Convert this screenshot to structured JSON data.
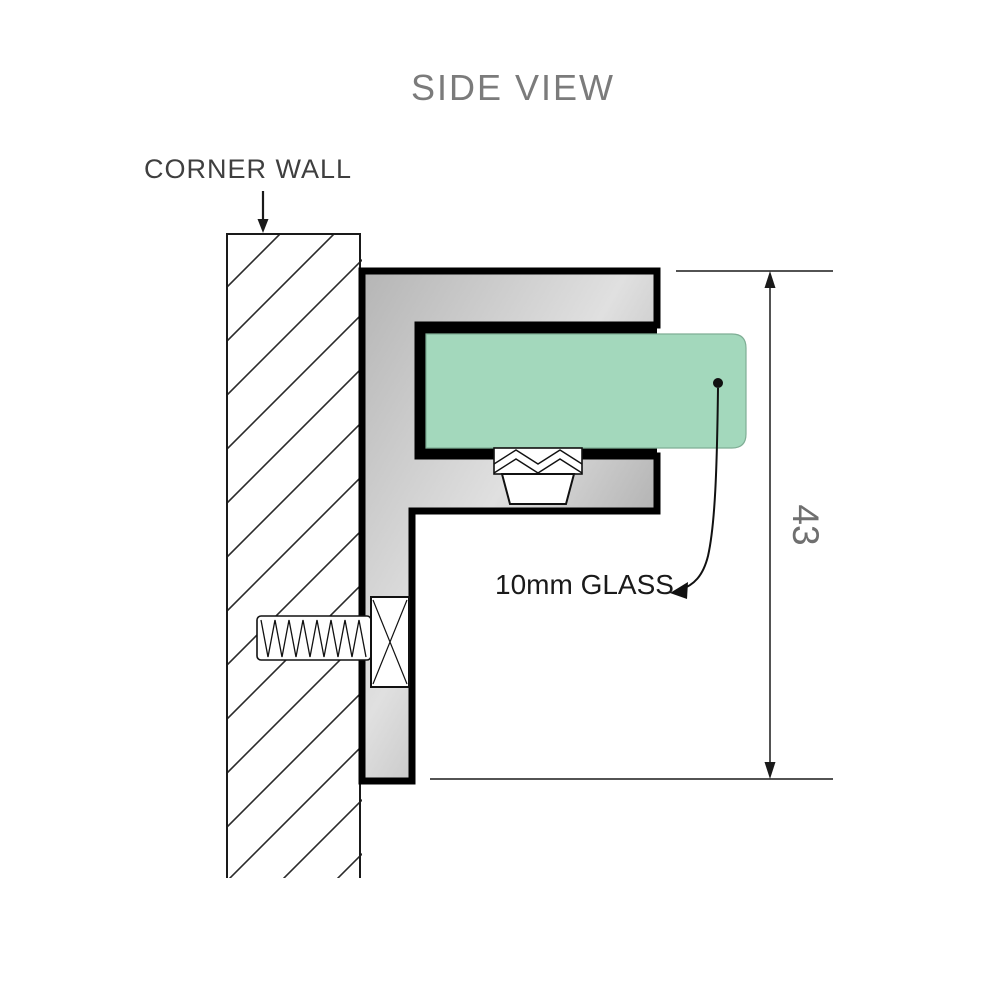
{
  "title": "SIDE VIEW",
  "annotations": {
    "corner_wall": "CORNER WALL",
    "glass_label": "10mm GLASS"
  },
  "dimensions": {
    "bracket_height": "43"
  },
  "colors": {
    "glass_fill": "#a3d8bc",
    "glass_edge": "#7fae95",
    "metal_light": "#e0e0e0",
    "metal_mid": "#b5b5b5",
    "metal_dark": "#8a8a8a",
    "outline": "#000000",
    "title_text": "#7b7b7b",
    "label_text": "#3f3f3f",
    "glass_text": "#1a1a1a",
    "dim_text": "#6f6f6f"
  }
}
